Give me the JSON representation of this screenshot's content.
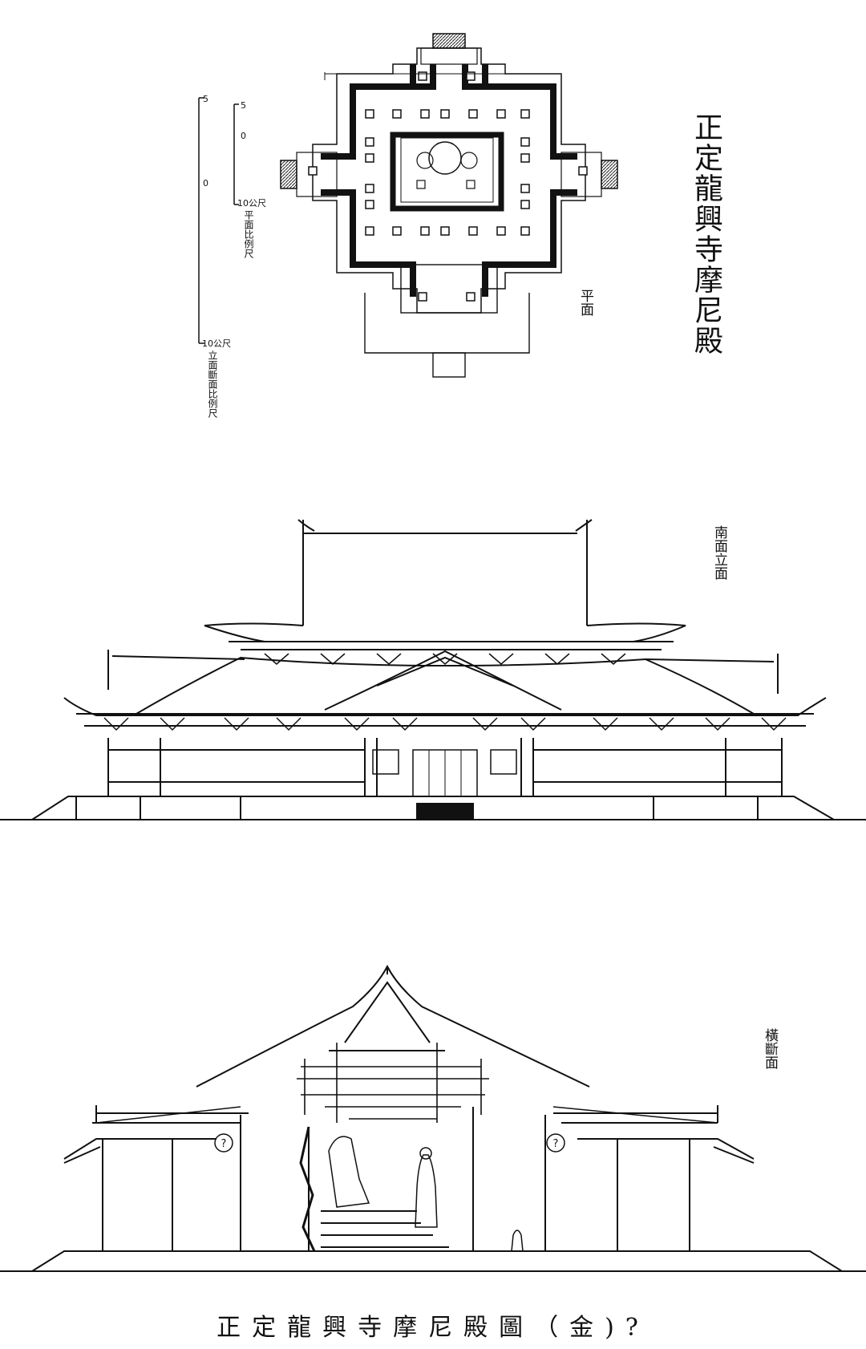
{
  "title": "正定龍興寺摩尼殿",
  "labels": {
    "plan": "平面",
    "south_elevation": "南面立面",
    "cross_section": "橫斷面"
  },
  "scales": {
    "plan_scale": "平面比例尺",
    "elevation_scale": "立面斷面比例尺",
    "tick_5": "5",
    "tick_0": "0",
    "tick_10m": "10公尺",
    "tick_5b": "5",
    "tick_0b": "0",
    "tick_10mb": "10公尺"
  },
  "caption": "正定龍興寺摩尼殿圖（金)?",
  "section_marks": [
    "?",
    "?"
  ]
}
